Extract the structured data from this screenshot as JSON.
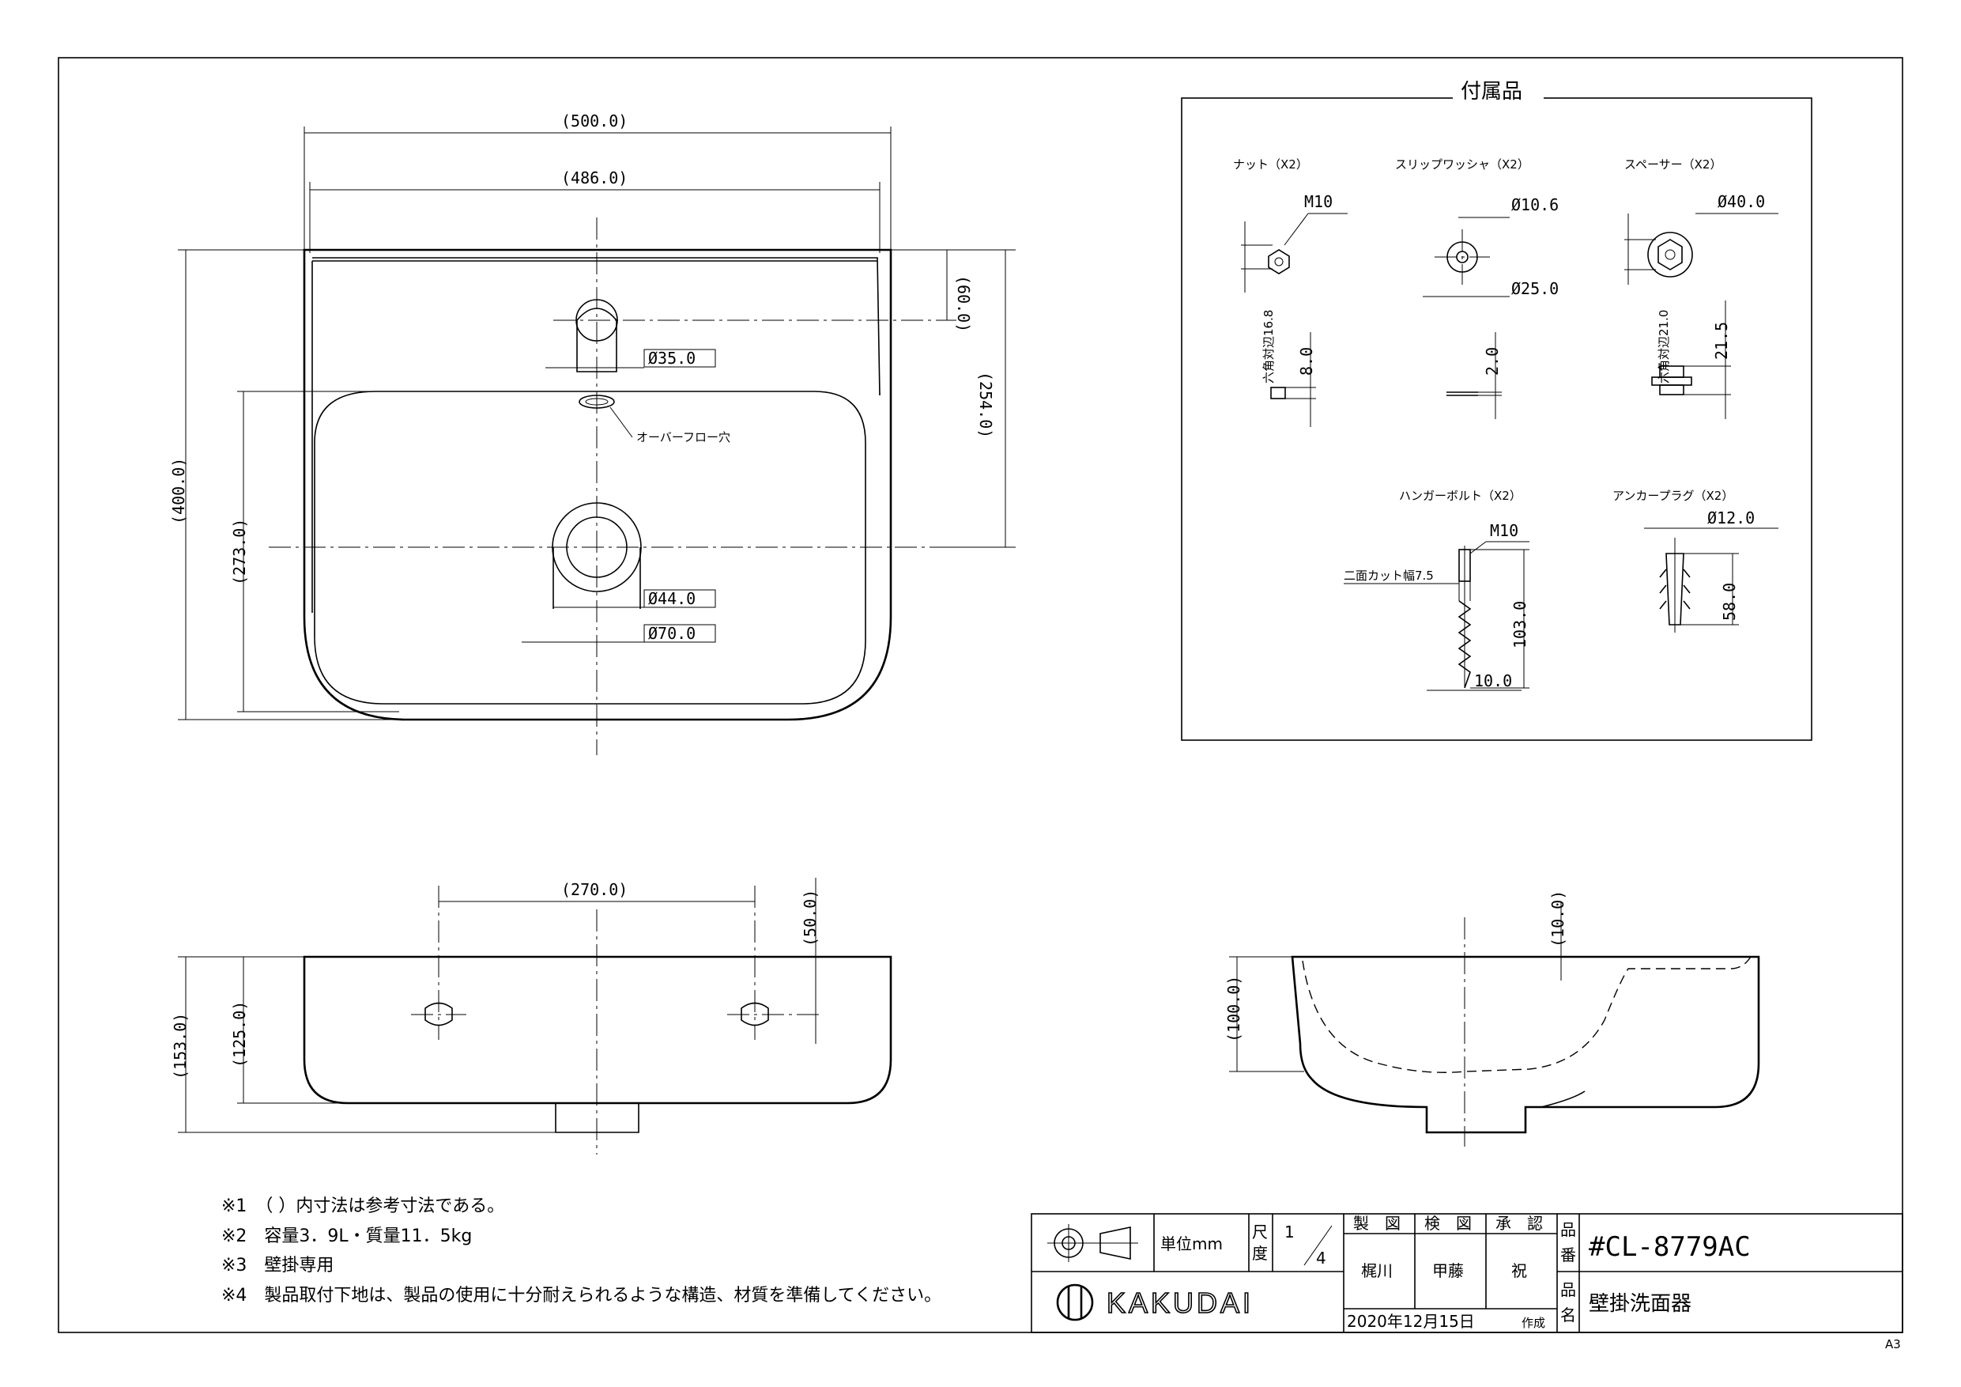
{
  "accessories": {
    "title": "付属品",
    "nut": {
      "label": "ナット（X2）",
      "thread": "M10",
      "hex_across": "六角対辺16.8",
      "height": "8.0"
    },
    "washer": {
      "label": "スリップワッシャ（X2）",
      "inner": "Ø10.6",
      "outer": "Ø25.0",
      "thickness": "2.0"
    },
    "spacer": {
      "label": "スペーサー（X2）",
      "diameter": "Ø40.0",
      "hex_across": "六角対辺21.0",
      "height": "21.5"
    },
    "hanger_bolt": {
      "label": "ハンガーボルト（X2）",
      "thread": "M10",
      "cut_width": "二面カット幅7.5",
      "length": "103.0",
      "diameter": "10.0"
    },
    "anchor": {
      "label": "アンカープラグ（X2）",
      "diameter": "Ø12.0",
      "length": "58.0"
    }
  },
  "plan_view": {
    "width_outer": "(500.0)",
    "width_inner": "(486.0)",
    "faucet_offset": "(60.0)",
    "drain_offset": "(254.0)",
    "depth_total": "(400.0)",
    "bowl_depth": "(273.0)",
    "faucet_hole": "Ø35.0",
    "drain_inner": "Ø44.0",
    "drain_outer": "Ø70.0",
    "overflow_label": "オーバーフロー穴"
  },
  "front_view": {
    "hole_spacing": "(270.0)",
    "hole_height": "(50.0)",
    "total_height": "(153.0)",
    "body_height": "(125.0)"
  },
  "side_view": {
    "rim_height": "(10.0)",
    "bowl_height": "(100.0)"
  },
  "notes": [
    "※1　（ ）内寸法は参考寸法である。",
    "※2　容量3．9L・質量11．5kg",
    "※3　壁掛専用",
    "※4　製品取付下地は、製品の使用に十分耐えられるような構造、材質を準備してください。"
  ],
  "title_block": {
    "unit_label": "単位mm",
    "scale_label_1": "尺",
    "scale_label_2": "度",
    "scale_num": "1",
    "scale_den": "4",
    "drawn_label": "製　図",
    "checked_label": "検　図",
    "approved_label": "承　認",
    "drawn_by": "梶川",
    "checked_by": "甲藤",
    "approved_by": "祝",
    "date": "2020年12月15日",
    "created": "作成",
    "part_no_label_1": "品",
    "part_no_label_2": "番",
    "part_no": "#CL-8779AC",
    "name_label_1": "品",
    "name_label_2": "名",
    "product_name": "壁掛洗面器",
    "brand": "KAKUDAI"
  },
  "sheet_size": "A3"
}
